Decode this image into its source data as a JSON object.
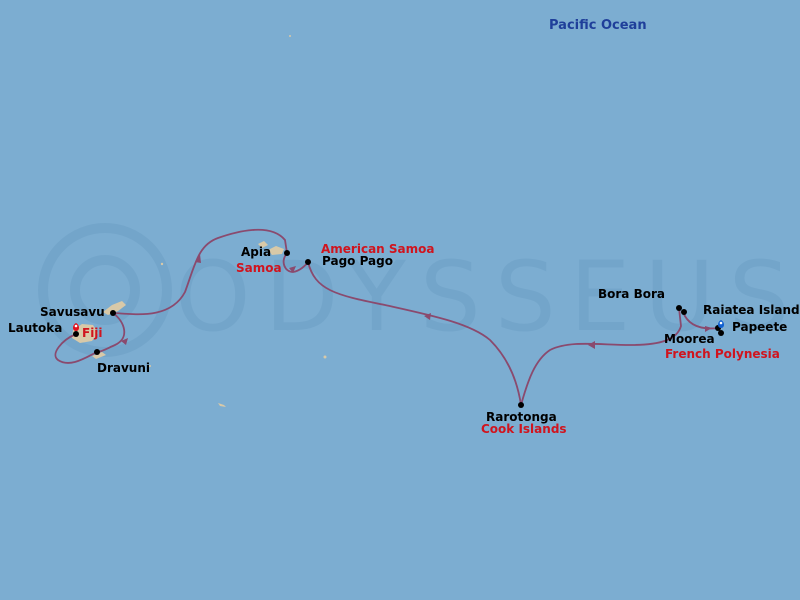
{
  "ocean_label": "Pacific Ocean",
  "watermark": "ODYSSEUS",
  "ports": {
    "savusavu": "Savusavu",
    "lautoka": "Lautoka",
    "dravuni": "Dravuni",
    "apia": "Apia",
    "pago_pago": "Pago Pago",
    "rarotonga": "Rarotonga",
    "bora_bora": "Bora Bora",
    "raiatea": "Raiatea Island",
    "papeete": "Papeete",
    "moorea": "Moorea"
  },
  "countries": {
    "fiji": "Fiji",
    "samoa": "Samoa",
    "american_samoa": "American Samoa",
    "cook_islands": "Cook Islands",
    "french_polynesia": "French Polynesia"
  },
  "colors": {
    "ocean": "#7cadd1",
    "route": "#8a4a6e",
    "land": "#d8c9a8",
    "port_dot": "#000000",
    "country_label": "#d0141e",
    "ocean_label": "#1f3f9a",
    "start_marker": "#e0101e",
    "end_marker": "#1060d0"
  }
}
